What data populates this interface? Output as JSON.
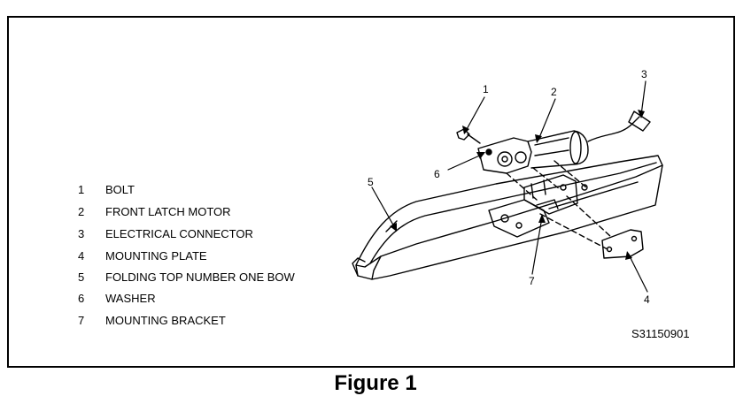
{
  "legend": [
    {
      "num": "1",
      "text": "BOLT"
    },
    {
      "num": "2",
      "text": "FRONT LATCH MOTOR"
    },
    {
      "num": "3",
      "text": "ELECTRICAL CONNECTOR"
    },
    {
      "num": "4",
      "text": "MOUNTING PLATE"
    },
    {
      "num": "5",
      "text": "FOLDING TOP NUMBER ONE BOW"
    },
    {
      "num": "6",
      "text": "WASHER"
    },
    {
      "num": "7",
      "text": "MOUNTING BRACKET"
    }
  ],
  "callouts": {
    "c1": "1",
    "c2": "2",
    "c3": "3",
    "c4": "4",
    "c5": "5",
    "c6": "6",
    "c7": "7"
  },
  "diagram_code": "S31150901",
  "caption": "Figure 1"
}
